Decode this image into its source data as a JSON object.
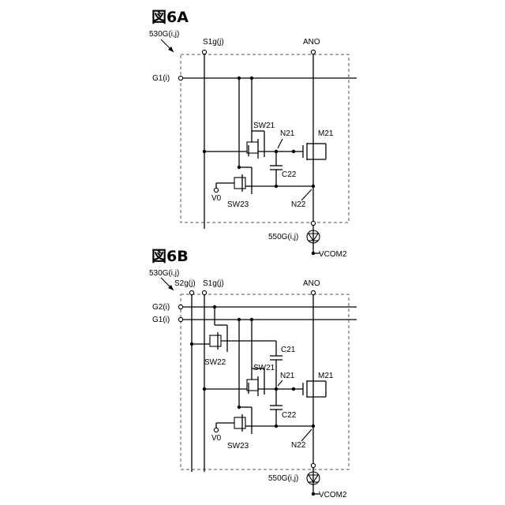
{
  "figures": [
    {
      "title": "図6A",
      "pixel_label": "530G(i,j)",
      "source_line": "S1g(j)",
      "power_line": "ANO",
      "gate_line_1": "G1(i)",
      "switch_1": "SW21",
      "node_1": "N21",
      "transistor": "M21",
      "capacitor_2": "C22",
      "reference": "V0",
      "switch_3": "SW23",
      "node_2": "N22",
      "element": "550G(i,j)",
      "common": "VCOM2"
    },
    {
      "title": "図6B",
      "pixel_label": "530G(i,j)",
      "source_line_2": "S2g(j)",
      "source_line": "S1g(j)",
      "power_line": "ANO",
      "gate_line_2": "G2(i)",
      "gate_line_1": "G1(i)",
      "switch_2": "SW22",
      "capacitor_1": "C21",
      "switch_1": "SW21",
      "node_1": "N21",
      "transistor": "M21",
      "capacitor_2": "C22",
      "reference": "V0",
      "switch_3": "SW23",
      "node_2": "N22",
      "element": "550G(i,j)",
      "common": "VCOM2"
    }
  ]
}
